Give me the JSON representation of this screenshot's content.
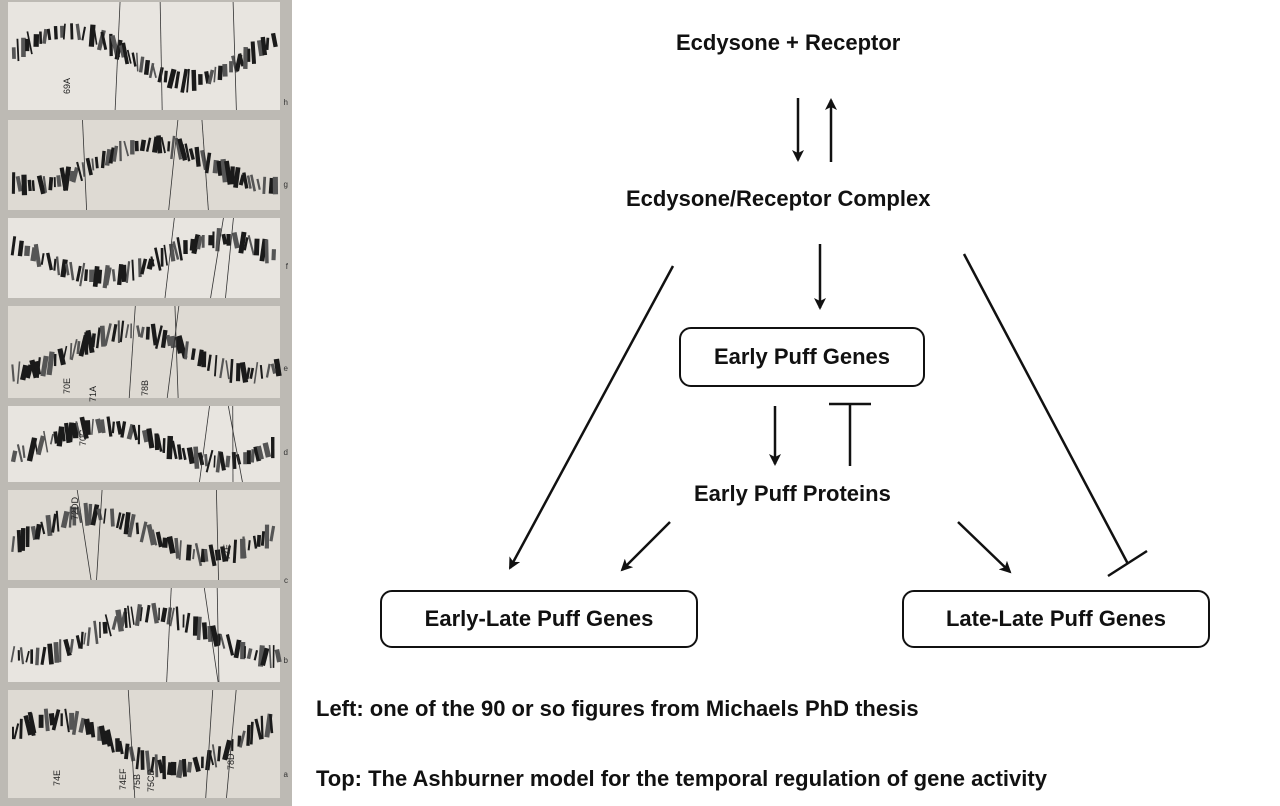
{
  "figure": {
    "photo_labels": {
      "strip1": [
        "69A"
      ],
      "strip4": [
        "70E",
        "71A",
        "78B"
      ],
      "strip5": [
        "70C"
      ],
      "strip6": [
        "72DD",
        "77E"
      ],
      "strip8": [
        "74E",
        "74EF",
        "75B",
        "75CD",
        "78D"
      ]
    },
    "panel_letters": [
      "h",
      "g",
      "f",
      "e",
      "d",
      "c",
      "b",
      "a"
    ]
  },
  "diagram": {
    "receptor": "Ecdysone + Receptor",
    "complex": "Ecdysone/Receptor Complex",
    "early_genes": "Early Puff Genes",
    "early_proteins": "Early Puff Proteins",
    "early_late": "Early-Late Puff Genes",
    "late_late": "Late-Late Puff Genes"
  },
  "captions": {
    "left": "Left: one of the 90 or so figures from Michaels PhD thesis",
    "top": "Top: The Ashburner model for the temporal regulation of gene activity"
  }
}
